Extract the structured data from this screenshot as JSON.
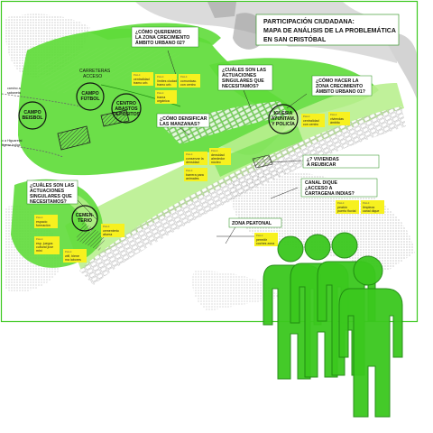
{
  "title": [
    "PARTICIPACIÓN CIUDADANA:",
    "MAPA DE ANÁLISIS DE LA PROBLEMÁTICA",
    "EN SAN CRISTÓBAL"
  ],
  "colors": {
    "zone": "#5fdc3a",
    "zone_light": "#b9ef8f",
    "note": "#f7f11f",
    "person": "#3bc81e",
    "person_stroke": "#1f8a10",
    "gray": "#bdbdbd"
  },
  "questions": {
    "q1": [
      "¿CÓMO QUEREMOS",
      "LA ZONA CRECIMIENTO",
      "ÁMBITO URBANO 02?"
    ],
    "q2": [
      "¿CUÁLES SON LAS",
      "ACTUACIONES",
      "SINGULARES QUE",
      "NECESITAMOS?"
    ],
    "q3": [
      "¿CÓMO HACER LA",
      "ZONA CRECIMIENTO",
      "ÁMBITO URBANO 01?"
    ],
    "q4": [
      "¿CÓMO DENSIFICAR",
      "LAS MANZANAS?"
    ],
    "q5": [
      "¿CUÁLES SON LAS",
      "ACTUACIONES",
      "SINGULARES QUE",
      "NECESITAMOS?"
    ],
    "q6": [
      "¿? VIVIENDAS",
      "A REUBICAR"
    ],
    "q7": [
      "CANAL DIQUE",
      "¿ACCESO A",
      "CARTAGENA INDIAS?"
    ],
    "q8": [
      "ZONA PEATONAL"
    ]
  },
  "places": {
    "carreteras": [
      "CARRETERAS",
      "ACCESO"
    ],
    "campo_futbol": [
      "CAMPO",
      "FÚTBOL"
    ],
    "centro_abastos": [
      "CENTRO",
      "ABASTOS",
      "DEPÓSITOS"
    ],
    "campo_beisbol": [
      "CAMPO",
      "BEISBOL"
    ],
    "iglesia": [
      "IGLESIA",
      "AYUNTAM.",
      "Y POLICÍA"
    ],
    "cementerio": [
      "CEMEN-",
      "TERIO"
    ]
  },
  "roads": {
    "sabaneta": [
      "camino a",
      "sabaneta"
    ],
    "higuaretal": [
      "o a Higuaretal",
      "agena Indias"
    ]
  },
  "notes": {
    "n1": [
      "Post-it",
      "centralidad",
      "tramo urb."
    ],
    "n2": [
      "Post-it",
      "límites ciudad",
      "tramo urb."
    ],
    "n3": [
      "Post-it",
      "comunicac.",
      "con centro"
    ],
    "n4": [
      "Post-it",
      "trama",
      "orgánica"
    ],
    "n5": [
      "Post-it",
      "centralidad",
      "con centro"
    ],
    "n6": [
      "Post-it",
      "viviendas",
      "ámbito"
    ],
    "n7": [
      "Post-it",
      "conservar la",
      "densidad"
    ],
    "n8": [
      "Post-it",
      "densidad",
      "alrededor",
      "núcleo"
    ],
    "n9": [
      "Post-it",
      "barrera para",
      "animales"
    ],
    "n10": [
      "Post-it",
      "espacio",
      "formación"
    ],
    "n11": [
      "Post-it",
      "cementerio",
      "afuera"
    ],
    "n12": [
      "Post-it",
      "esp. juegos",
      "cultural juve",
      "mini"
    ],
    "n13": [
      "Post-it",
      "wifi, biene",
      "ma labores"
    ],
    "n14": [
      "Post-it",
      "peatón",
      "puerto fluvial"
    ],
    "n15": [
      "Post-it",
      "limpieza",
      "canal dique"
    ],
    "n16": [
      "Post-it",
      "permitir",
      "coches zona"
    ]
  }
}
